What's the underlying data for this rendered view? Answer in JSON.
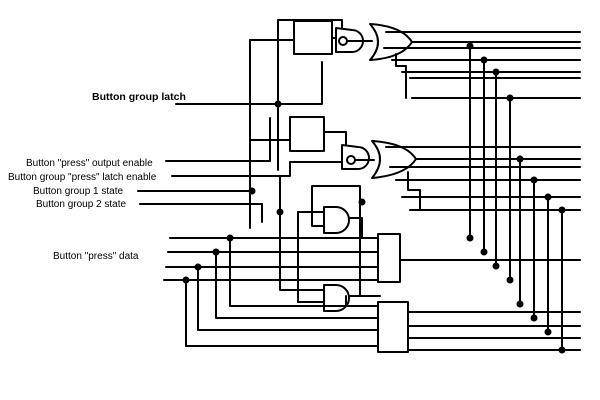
{
  "labels": {
    "latch": "Button group latch",
    "output_enable": "Button \"press\" output enable",
    "latch_enable": "Button group \"press\" latch enable",
    "group1": "Button group 1 state",
    "group2": "Button group 2 state",
    "press_data": "Button \"press\" data"
  }
}
